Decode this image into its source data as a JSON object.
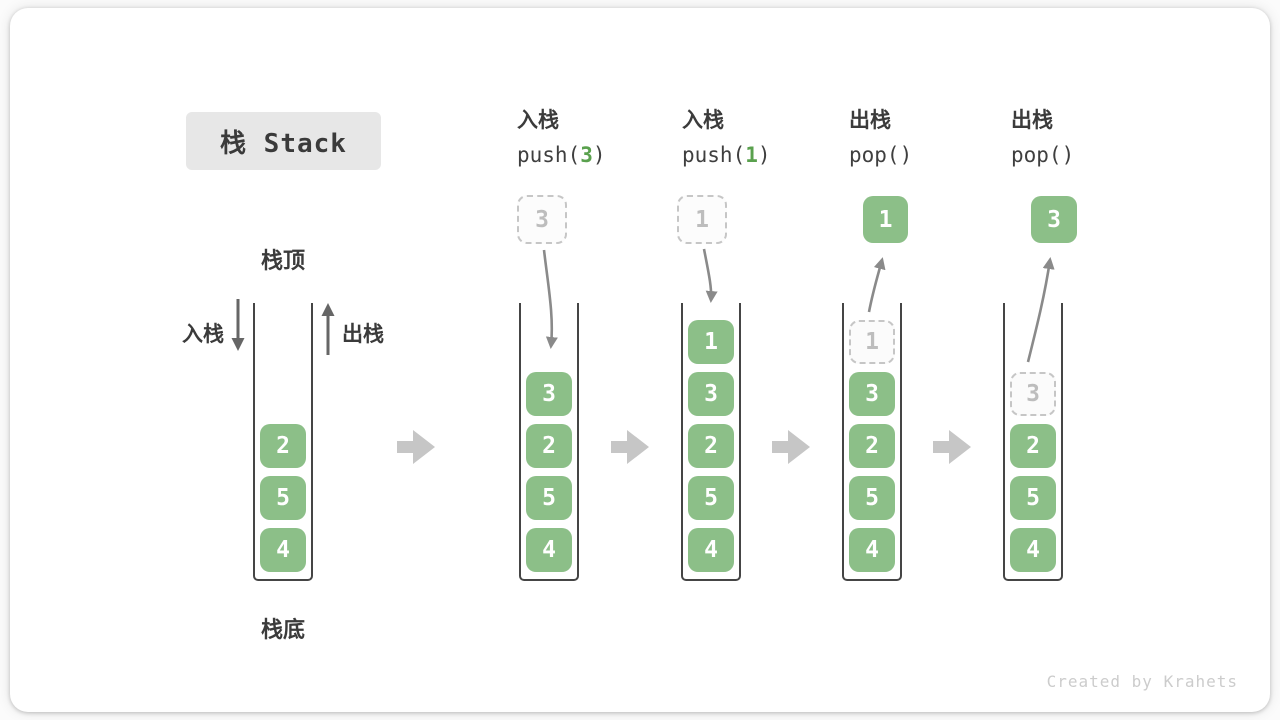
{
  "title": "栈 Stack",
  "footer": "Created by Krahets",
  "annotations": {
    "stack_top": "栈顶",
    "stack_bottom": "栈底",
    "push_label": "入栈",
    "pop_label": "出栈"
  },
  "operations": [
    {
      "name": "入栈",
      "code_pre": "push(",
      "code_arg": "3",
      "code_post": ")"
    },
    {
      "name": "入栈",
      "code_pre": "push(",
      "code_arg": "1",
      "code_post": ")"
    },
    {
      "name": "出栈",
      "code_pre": "pop()",
      "code_arg": "",
      "code_post": ""
    },
    {
      "name": "出栈",
      "code_pre": "pop()",
      "code_arg": "",
      "code_post": ""
    }
  ],
  "floating": {
    "push3": "3",
    "push1": "1",
    "pop1": "1",
    "pop3": "3"
  },
  "stacks": [
    {
      "items": [
        {
          "value": "2"
        },
        {
          "value": "5"
        },
        {
          "value": "4"
        }
      ]
    },
    {
      "items": [
        {
          "value": "3"
        },
        {
          "value": "2"
        },
        {
          "value": "5"
        },
        {
          "value": "4"
        }
      ]
    },
    {
      "items": [
        {
          "value": "1"
        },
        {
          "value": "3"
        },
        {
          "value": "2"
        },
        {
          "value": "5"
        },
        {
          "value": "4"
        }
      ]
    },
    {
      "items": [
        {
          "value": "1",
          "ghost": true
        },
        {
          "value": "3"
        },
        {
          "value": "2"
        },
        {
          "value": "5"
        },
        {
          "value": "4"
        }
      ]
    },
    {
      "items": [
        {
          "value": "3",
          "ghost": true
        },
        {
          "value": "2"
        },
        {
          "value": "5"
        },
        {
          "value": "4"
        }
      ]
    }
  ],
  "colors": {
    "box-green": "#8cbf88",
    "code-green": "#5aa14e",
    "wall": "#454545",
    "label-dark": "#3b3b3b",
    "code-gray": "#3f3f3f",
    "ghost-border": "#c6c6c6",
    "ghost-text": "#bdbdbd",
    "flow-arrow": "#c6c6c6",
    "curve-arrow": "#8a8a8a",
    "straight-arrow": "#666666",
    "title-bg": "#e7e7e7",
    "footer-gray": "#cccccc"
  }
}
